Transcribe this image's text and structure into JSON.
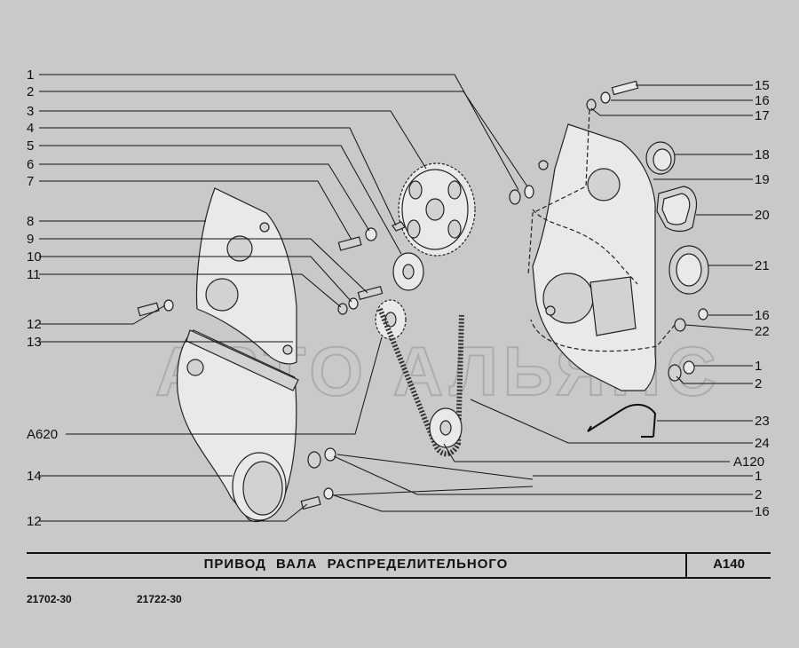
{
  "title": "ПРИВОД ВАЛА РАСПРЕДЕЛИТЕЛЬНОГО",
  "code": "A140",
  "models": [
    "21702-30",
    "21722-30"
  ],
  "watermark": "АВТО АЛЬЯНС",
  "callouts_left": [
    "1",
    "2",
    "3",
    "4",
    "5",
    "6",
    "7",
    "8",
    "9",
    "10",
    "11",
    "12",
    "13",
    "A620",
    "14",
    "12"
  ],
  "callouts_right": [
    "15",
    "16",
    "17",
    "18",
    "19",
    "20",
    "21",
    "16",
    "22",
    "1",
    "2",
    "23",
    "24",
    "A120",
    "1",
    "2",
    "16"
  ]
}
